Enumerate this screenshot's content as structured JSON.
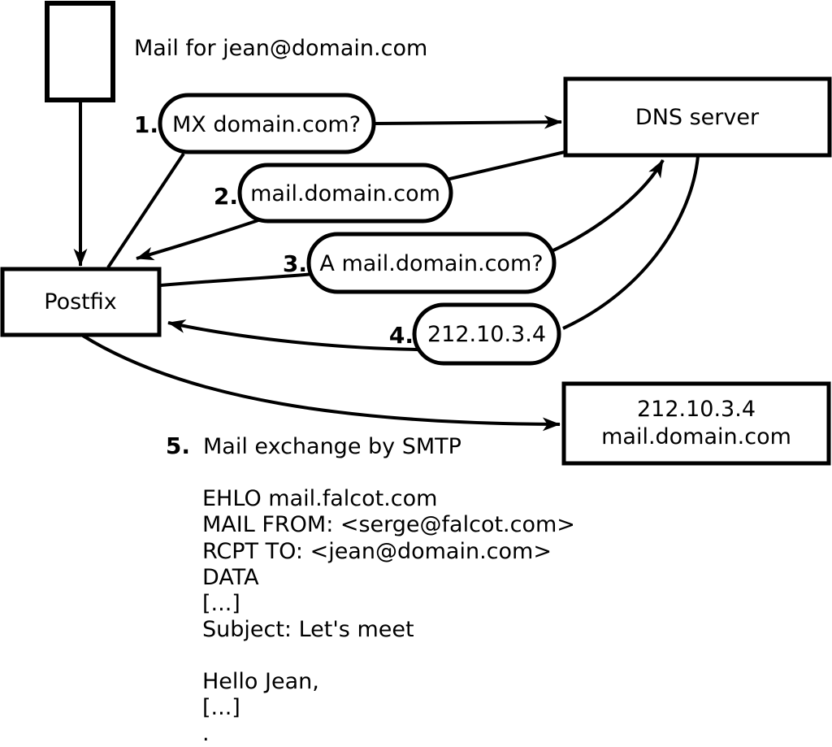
{
  "colors": {
    "stroke": "#000000",
    "background": "#ffffff"
  },
  "caption": "Mail for jean@domain.com",
  "nodes": {
    "postfix": "Postfix",
    "dns_server": "DNS server",
    "destination": {
      "line1": "212.10.3.4",
      "line2": "mail.domain.com"
    }
  },
  "steps": [
    {
      "number": "1.",
      "label": "MX domain.com?"
    },
    {
      "number": "2.",
      "label": "mail.domain.com"
    },
    {
      "number": "3.",
      "label": "A mail.domain.com?"
    },
    {
      "number": "4.",
      "label": "212.10.3.4"
    },
    {
      "number": "5.",
      "label": "Mail exchange by SMTP"
    }
  ],
  "smtp_session": {
    "lines": [
      "EHLO mail.falcot.com",
      "MAIL FROM: <serge@falcot.com>",
      "RCPT TO: <jean@domain.com>",
      "DATA",
      "[...]",
      "Subject: Let's meet",
      "",
      "Hello Jean,",
      "[...]",
      "."
    ]
  }
}
